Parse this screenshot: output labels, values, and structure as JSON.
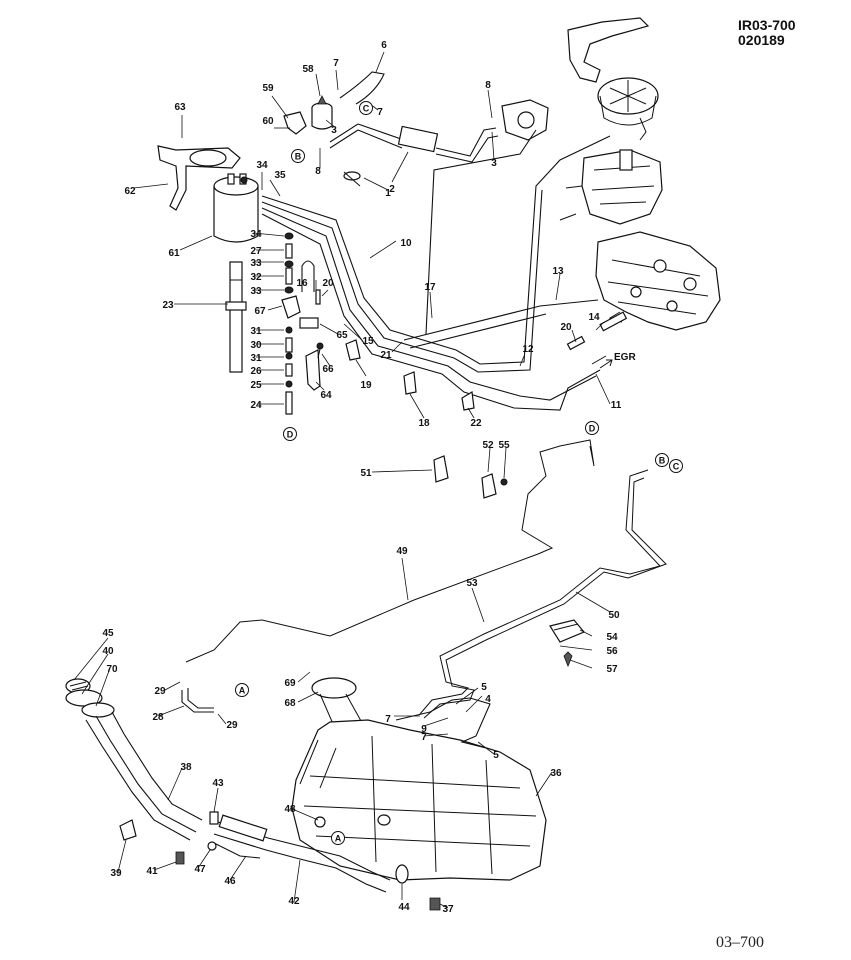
{
  "header": {
    "code_line1": "IR03-700",
    "code_line2": "020189"
  },
  "footer": {
    "page_number": "03–700"
  },
  "text_labels": {
    "egr": "EGR"
  },
  "refs": [
    {
      "id": "ref-b1",
      "letter": "B"
    },
    {
      "id": "ref-c1",
      "letter": "C"
    },
    {
      "id": "ref-d1",
      "letter": "D"
    },
    {
      "id": "ref-d2",
      "letter": "D"
    },
    {
      "id": "ref-b2",
      "letter": "B"
    },
    {
      "id": "ref-c2",
      "letter": "C"
    },
    {
      "id": "ref-a1",
      "letter": "A"
    },
    {
      "id": "ref-a2",
      "letter": "A"
    }
  ],
  "callouts": [
    {
      "id": "c6",
      "label": "6"
    },
    {
      "id": "c7a",
      "label": "7"
    },
    {
      "id": "c58",
      "label": "58"
    },
    {
      "id": "c59",
      "label": "59"
    },
    {
      "id": "c63",
      "label": "63"
    },
    {
      "id": "c60",
      "label": "60"
    },
    {
      "id": "c3a",
      "label": "3"
    },
    {
      "id": "c7b",
      "label": "7"
    },
    {
      "id": "c8a",
      "label": "8"
    },
    {
      "id": "c3b",
      "label": "3"
    },
    {
      "id": "c8b",
      "label": "8"
    },
    {
      "id": "c62",
      "label": "62"
    },
    {
      "id": "c34a",
      "label": "34"
    },
    {
      "id": "c35",
      "label": "35"
    },
    {
      "id": "c2",
      "label": "2"
    },
    {
      "id": "c1",
      "label": "1"
    },
    {
      "id": "c61",
      "label": "61"
    },
    {
      "id": "c34b",
      "label": "34"
    },
    {
      "id": "c10",
      "label": "10"
    },
    {
      "id": "c27",
      "label": "27"
    },
    {
      "id": "c33a",
      "label": "33"
    },
    {
      "id": "c32",
      "label": "32"
    },
    {
      "id": "c33b",
      "label": "33"
    },
    {
      "id": "c16",
      "label": "16"
    },
    {
      "id": "c20a",
      "label": "20"
    },
    {
      "id": "c17",
      "label": "17"
    },
    {
      "id": "c13",
      "label": "13"
    },
    {
      "id": "c23",
      "label": "23"
    },
    {
      "id": "c67",
      "label": "67"
    },
    {
      "id": "c14",
      "label": "14"
    },
    {
      "id": "c20b",
      "label": "20"
    },
    {
      "id": "c31a",
      "label": "31"
    },
    {
      "id": "c65",
      "label": "65"
    },
    {
      "id": "c15",
      "label": "15"
    },
    {
      "id": "c30",
      "label": "30"
    },
    {
      "id": "c31b",
      "label": "31"
    },
    {
      "id": "c21",
      "label": "21"
    },
    {
      "id": "c12",
      "label": "12"
    },
    {
      "id": "c66",
      "label": "66"
    },
    {
      "id": "c26",
      "label": "26"
    },
    {
      "id": "c19",
      "label": "19"
    },
    {
      "id": "c25",
      "label": "25"
    },
    {
      "id": "c64",
      "label": "64"
    },
    {
      "id": "c11",
      "label": "11"
    },
    {
      "id": "c24",
      "label": "24"
    },
    {
      "id": "c18",
      "label": "18"
    },
    {
      "id": "c22",
      "label": "22"
    },
    {
      "id": "c52",
      "label": "52"
    },
    {
      "id": "c55",
      "label": "55"
    },
    {
      "id": "c51",
      "label": "51"
    },
    {
      "id": "c49",
      "label": "49"
    },
    {
      "id": "c53",
      "label": "53"
    },
    {
      "id": "c50",
      "label": "50"
    },
    {
      "id": "c54",
      "label": "54"
    },
    {
      "id": "c56",
      "label": "56"
    },
    {
      "id": "c57",
      "label": "57"
    },
    {
      "id": "c45",
      "label": "45"
    },
    {
      "id": "c40",
      "label": "40"
    },
    {
      "id": "c70",
      "label": "70"
    },
    {
      "id": "c69",
      "label": "69"
    },
    {
      "id": "c68",
      "label": "68"
    },
    {
      "id": "c29a",
      "label": "29"
    },
    {
      "id": "c29b",
      "label": "29"
    },
    {
      "id": "c28",
      "label": "28"
    },
    {
      "id": "c5a",
      "label": "5"
    },
    {
      "id": "c4",
      "label": "4"
    },
    {
      "id": "c7c",
      "label": "7"
    },
    {
      "id": "c9",
      "label": "9"
    },
    {
      "id": "c7d",
      "label": "7"
    },
    {
      "id": "c5b",
      "label": "5"
    },
    {
      "id": "c38",
      "label": "38"
    },
    {
      "id": "c36",
      "label": "36"
    },
    {
      "id": "c43",
      "label": "43"
    },
    {
      "id": "c48",
      "label": "48"
    },
    {
      "id": "c39",
      "label": "39"
    },
    {
      "id": "c41",
      "label": "41"
    },
    {
      "id": "c47",
      "label": "47"
    },
    {
      "id": "c46",
      "label": "46"
    },
    {
      "id": "c42",
      "label": "42"
    },
    {
      "id": "c44",
      "label": "44"
    },
    {
      "id": "c37",
      "label": "37"
    }
  ]
}
